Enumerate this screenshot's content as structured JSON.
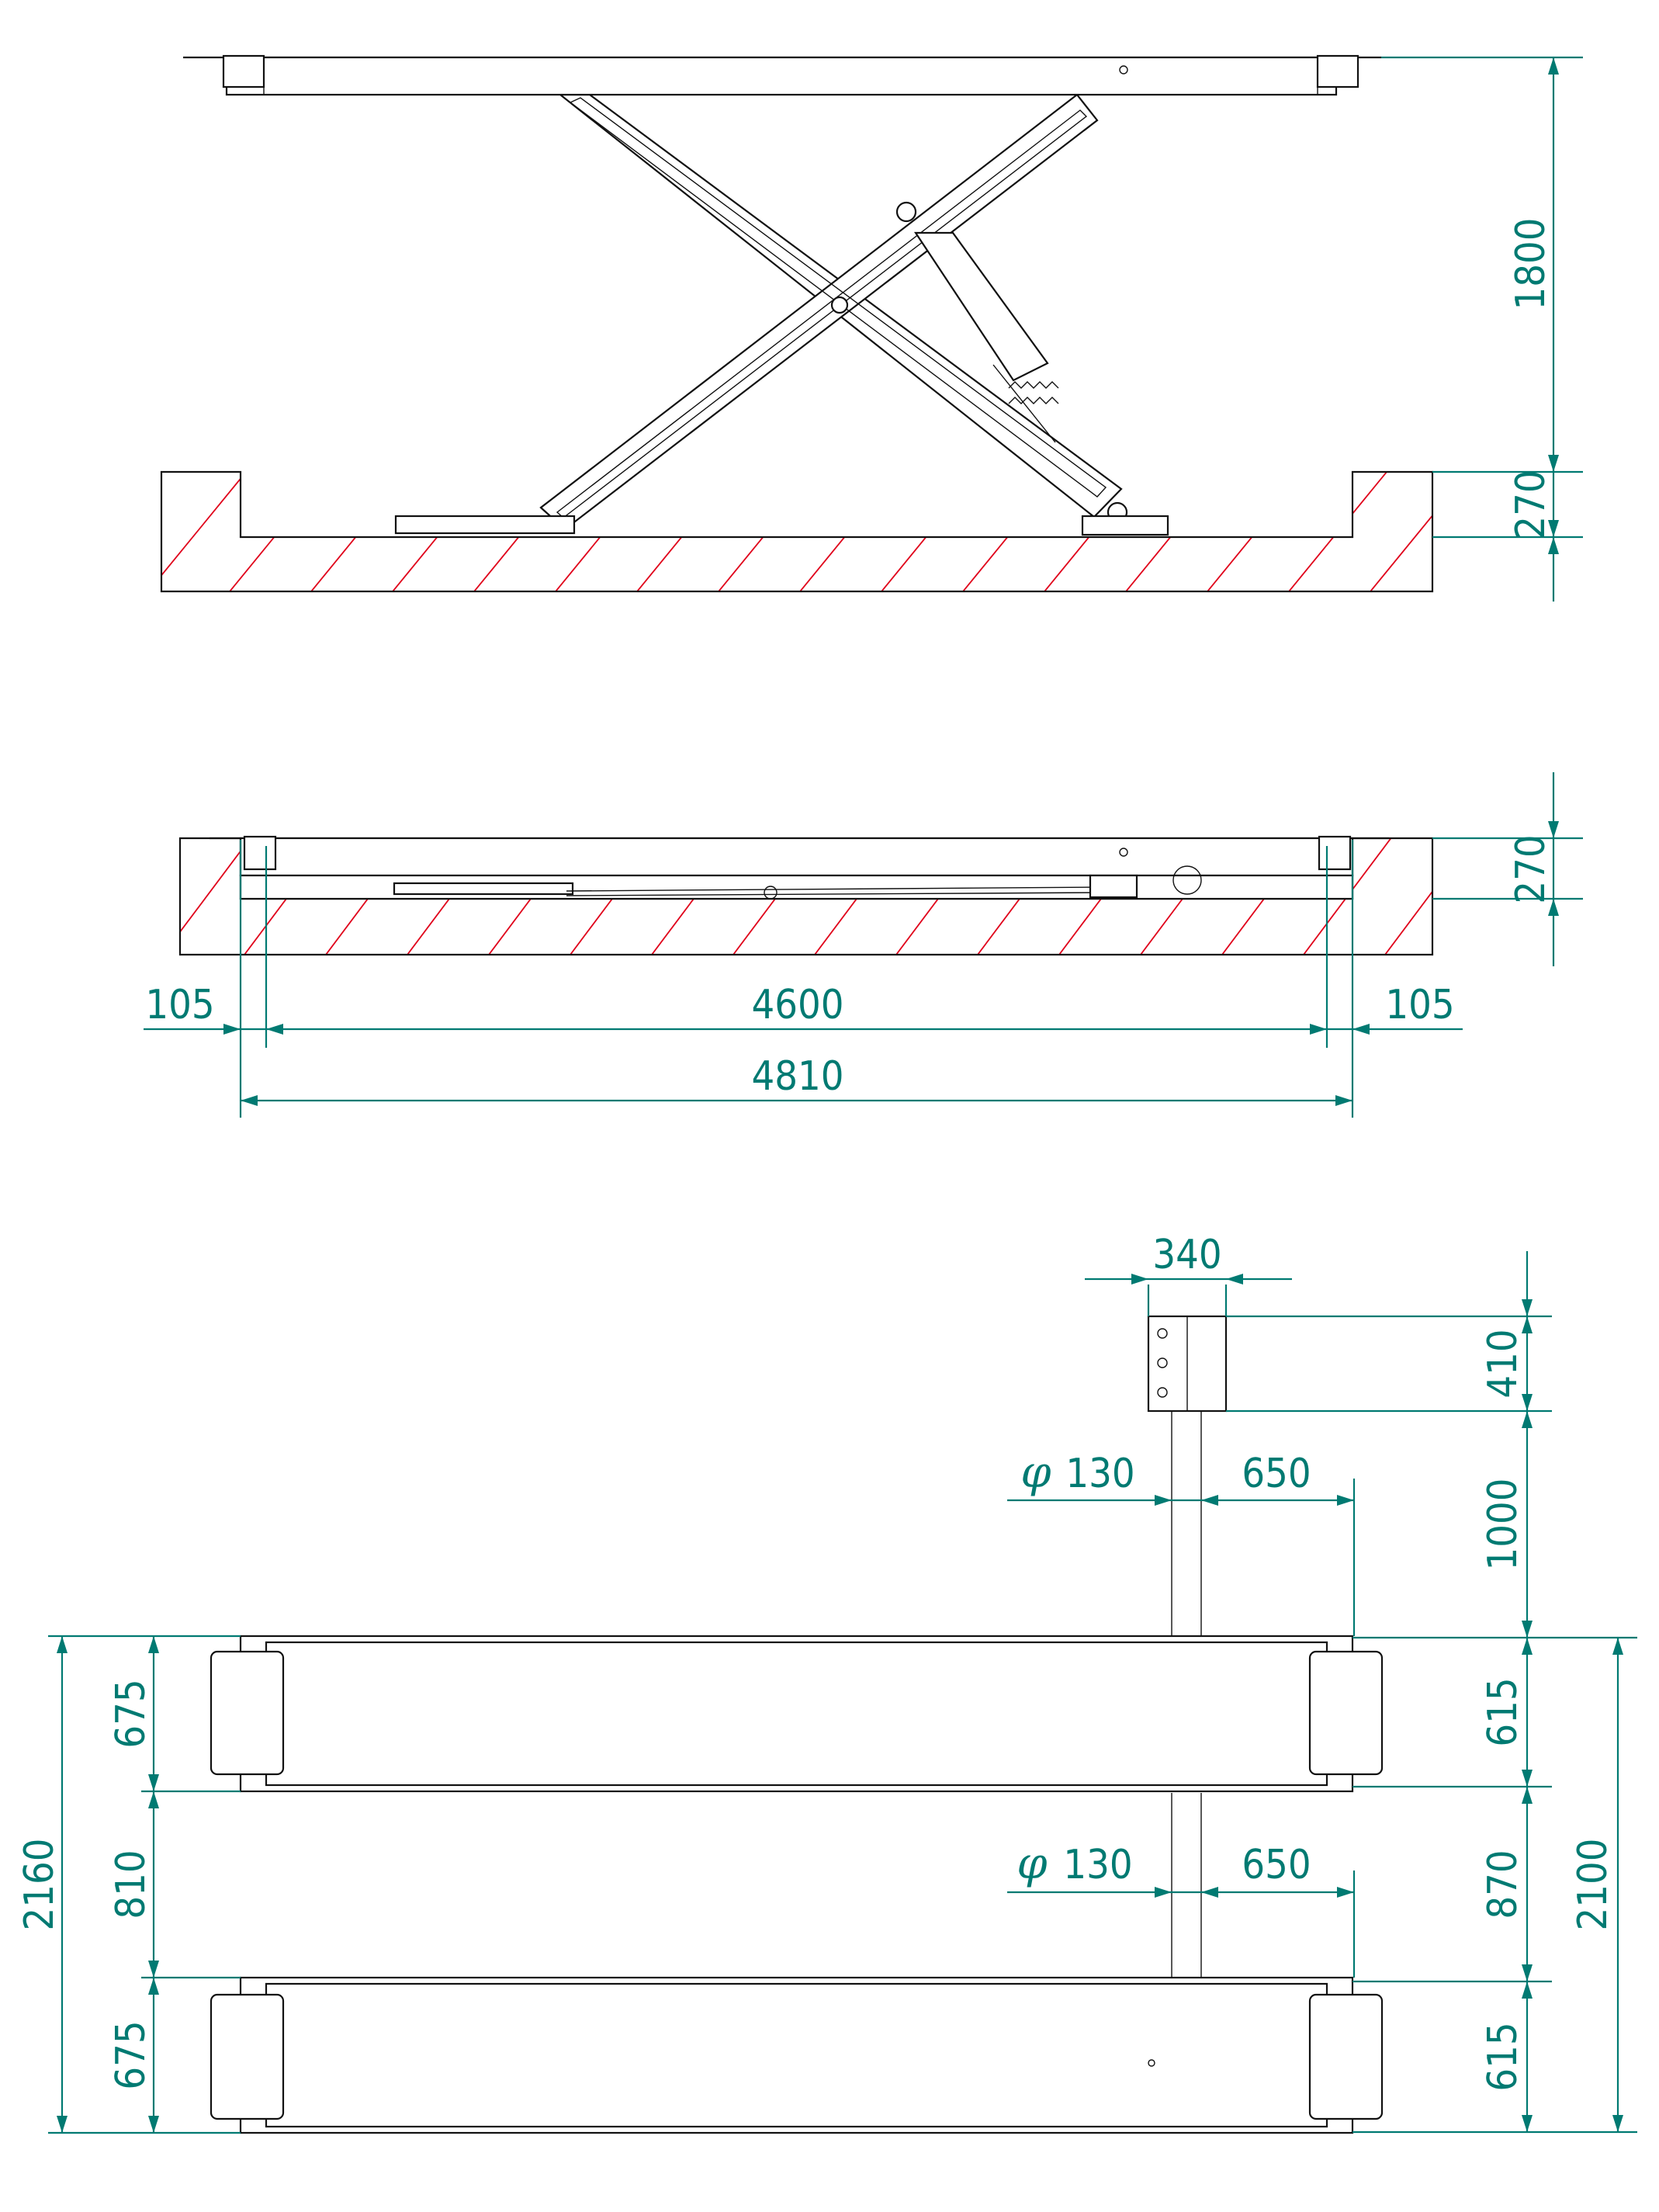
{
  "colors": {
    "outline": "#111111",
    "dimension": "#007a72",
    "hatch": "#e0001a",
    "background": "#ffffff"
  },
  "side_view_raised": {
    "height_label": "1800",
    "pit_depth_label": "270"
  },
  "side_view_lowered": {
    "pit_depth_label": "270",
    "left_offset_label": "105",
    "platform_length_label": "4600",
    "right_offset_label": "105",
    "pit_length_label": "4810"
  },
  "top_view": {
    "console_width_label": "340",
    "console_depth_label": "410",
    "pipe_gap_label": "1000",
    "upper_pipe_diameter_label": "130",
    "upper_pipe_offset_label": "650",
    "lower_pipe_diameter_label": "130",
    "lower_pipe_offset_label": "650",
    "phi_symbol": "φ",
    "right_platform_top_label": "615",
    "right_gap_label": "870",
    "right_platform_bottom_label": "615",
    "right_total_label": "2100",
    "left_platform_top_label": "675",
    "left_gap_label": "810",
    "left_platform_bottom_label": "675",
    "left_total_label": "2160"
  }
}
